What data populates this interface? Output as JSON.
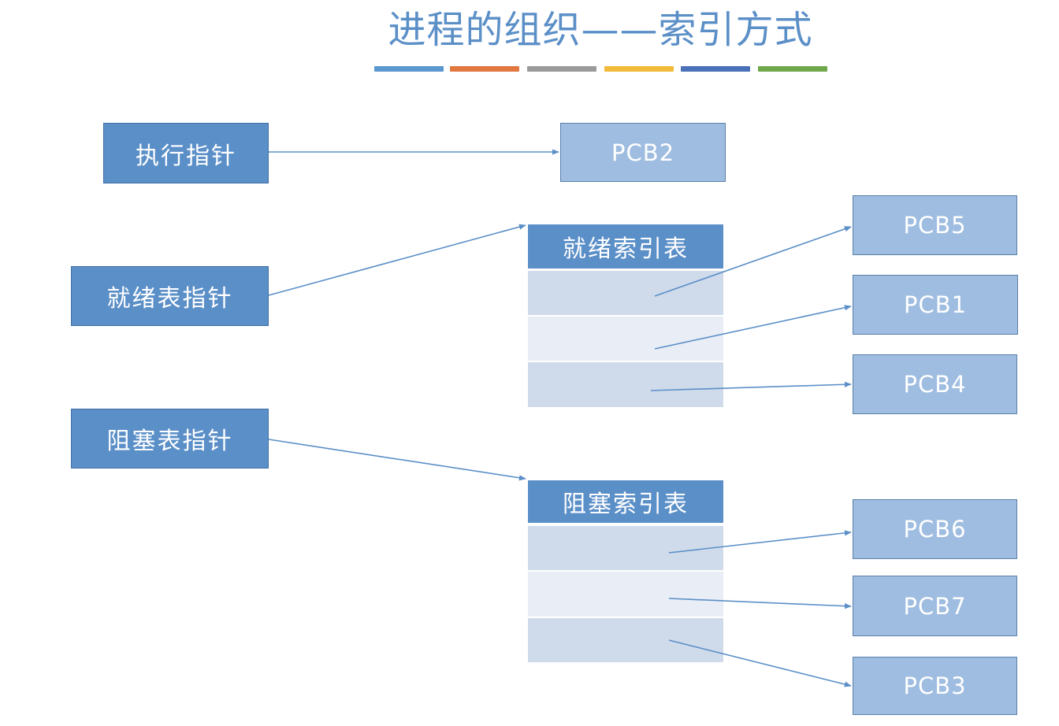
{
  "title": "进程的组织——索引方式",
  "color_bars": [
    "#5b97d0",
    "#e07840",
    "#9a9a9a",
    "#f2ba3a",
    "#4a70b8",
    "#6ea84a"
  ],
  "pointers": {
    "exec": "执行指针",
    "ready": "就绪表指针",
    "blocked": "阻塞表指针"
  },
  "ready_table": {
    "header": "就绪索引表"
  },
  "blocked_table": {
    "header": "阻塞索引表"
  },
  "pcbs": {
    "running": "PCB2",
    "ready": [
      "PCB5",
      "PCB1",
      "PCB4"
    ],
    "blocked": [
      "PCB6",
      "PCB7",
      "PCB3"
    ]
  },
  "colors": {
    "arrow": "#5b8fc7"
  }
}
